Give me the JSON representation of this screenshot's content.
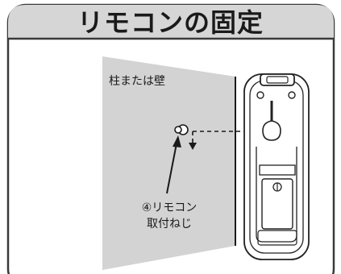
{
  "title": "リモコンの固定",
  "wall_label": "柱または壁",
  "screw_label": {
    "line1": "④リモコン",
    "line2": "取付ねじ"
  },
  "colors": {
    "title_band": "#d6d6d6",
    "border": "#3a3a3a",
    "wall": "#d3d3d3",
    "text": "#1a1a1a",
    "device_line": "#222222"
  },
  "icons": [
    "screw-icon",
    "arrow-icon",
    "remote-controller-back"
  ]
}
